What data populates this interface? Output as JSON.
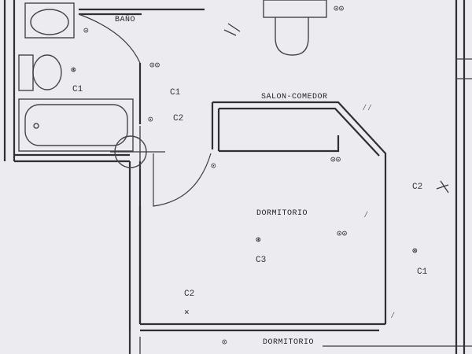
{
  "rooms": {
    "bath": "BAÑO",
    "living": "SALON-COMEDOR",
    "bedroom": "DORMITORIO",
    "bedroom_lower": "DORMITORIO"
  },
  "electrical": {
    "c1_bath": "C1",
    "c1_hall": "C1",
    "c2_hall": "C2",
    "c2_bedroom": "C2",
    "c3_center": "C3",
    "c2_right": "C2",
    "c1_right": "C1"
  },
  "icons": [
    "light-point-icon",
    "socket-icon",
    "switch-icon",
    "door-swing-icon",
    "bathtub-icon",
    "toilet-icon",
    "sink-icon"
  ]
}
